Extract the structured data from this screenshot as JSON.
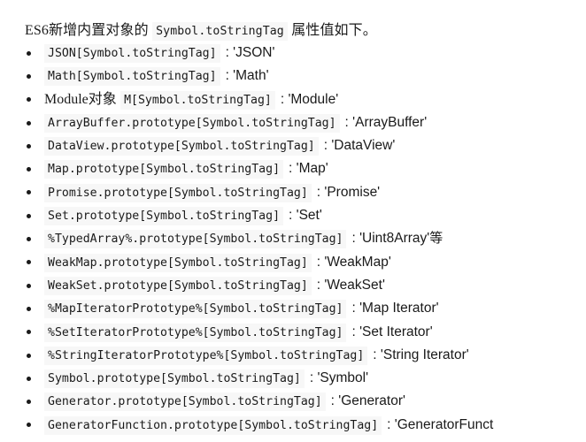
{
  "document": {
    "intro": {
      "before": "ES6新增内置对象的",
      "code": "Symbol.toStringTag",
      "after": "属性值如下。"
    },
    "colors": {
      "text": "#1a1a1a",
      "code_background": "#f7f7f7",
      "page_background": "#ffffff"
    },
    "list": {
      "bullet_glyph": "•",
      "items": [
        {
          "prefix": "",
          "code": "JSON[Symbol.toStringTag]",
          "value": ": 'JSON'",
          "suffix": ""
        },
        {
          "prefix": "",
          "code": "Math[Symbol.toStringTag]",
          "value": ": 'Math'",
          "suffix": ""
        },
        {
          "prefix": "Module对象",
          "code": "M[Symbol.toStringTag]",
          "value": ": 'Module'",
          "suffix": ""
        },
        {
          "prefix": "",
          "code": "ArrayBuffer.prototype[Symbol.toStringTag]",
          "value": ": 'ArrayBuffer'",
          "suffix": ""
        },
        {
          "prefix": "",
          "code": "DataView.prototype[Symbol.toStringTag]",
          "value": ": 'DataView'",
          "suffix": ""
        },
        {
          "prefix": "",
          "code": "Map.prototype[Symbol.toStringTag]",
          "value": ": 'Map'",
          "suffix": ""
        },
        {
          "prefix": "",
          "code": "Promise.prototype[Symbol.toStringTag]",
          "value": ": 'Promise'",
          "suffix": ""
        },
        {
          "prefix": "",
          "code": "Set.prototype[Symbol.toStringTag]",
          "value": ": 'Set'",
          "suffix": ""
        },
        {
          "prefix": "",
          "code": "%TypedArray%.prototype[Symbol.toStringTag]",
          "value": ": 'Uint8Array'",
          "suffix": "等"
        },
        {
          "prefix": "",
          "code": "WeakMap.prototype[Symbol.toStringTag]",
          "value": ": 'WeakMap'",
          "suffix": ""
        },
        {
          "prefix": "",
          "code": "WeakSet.prototype[Symbol.toStringTag]",
          "value": ": 'WeakSet'",
          "suffix": ""
        },
        {
          "prefix": "",
          "code": "%MapIteratorPrototype%[Symbol.toStringTag]",
          "value": ": 'Map Iterator'",
          "suffix": ""
        },
        {
          "prefix": "",
          "code": "%SetIteratorPrototype%[Symbol.toStringTag]",
          "value": ": 'Set Iterator'",
          "suffix": ""
        },
        {
          "prefix": "",
          "code": "%StringIteratorPrototype%[Symbol.toStringTag]",
          "value": ": 'String Iterator'",
          "suffix": ""
        },
        {
          "prefix": "",
          "code": "Symbol.prototype[Symbol.toStringTag]",
          "value": ": 'Symbol'",
          "suffix": ""
        },
        {
          "prefix": "",
          "code": "Generator.prototype[Symbol.toStringTag]",
          "value": ": 'Generator'",
          "suffix": ""
        },
        {
          "prefix": "",
          "code": "GeneratorFunction.prototype[Symbol.toStringTag]",
          "value": ": 'GeneratorFunct",
          "suffix": ""
        }
      ]
    }
  }
}
